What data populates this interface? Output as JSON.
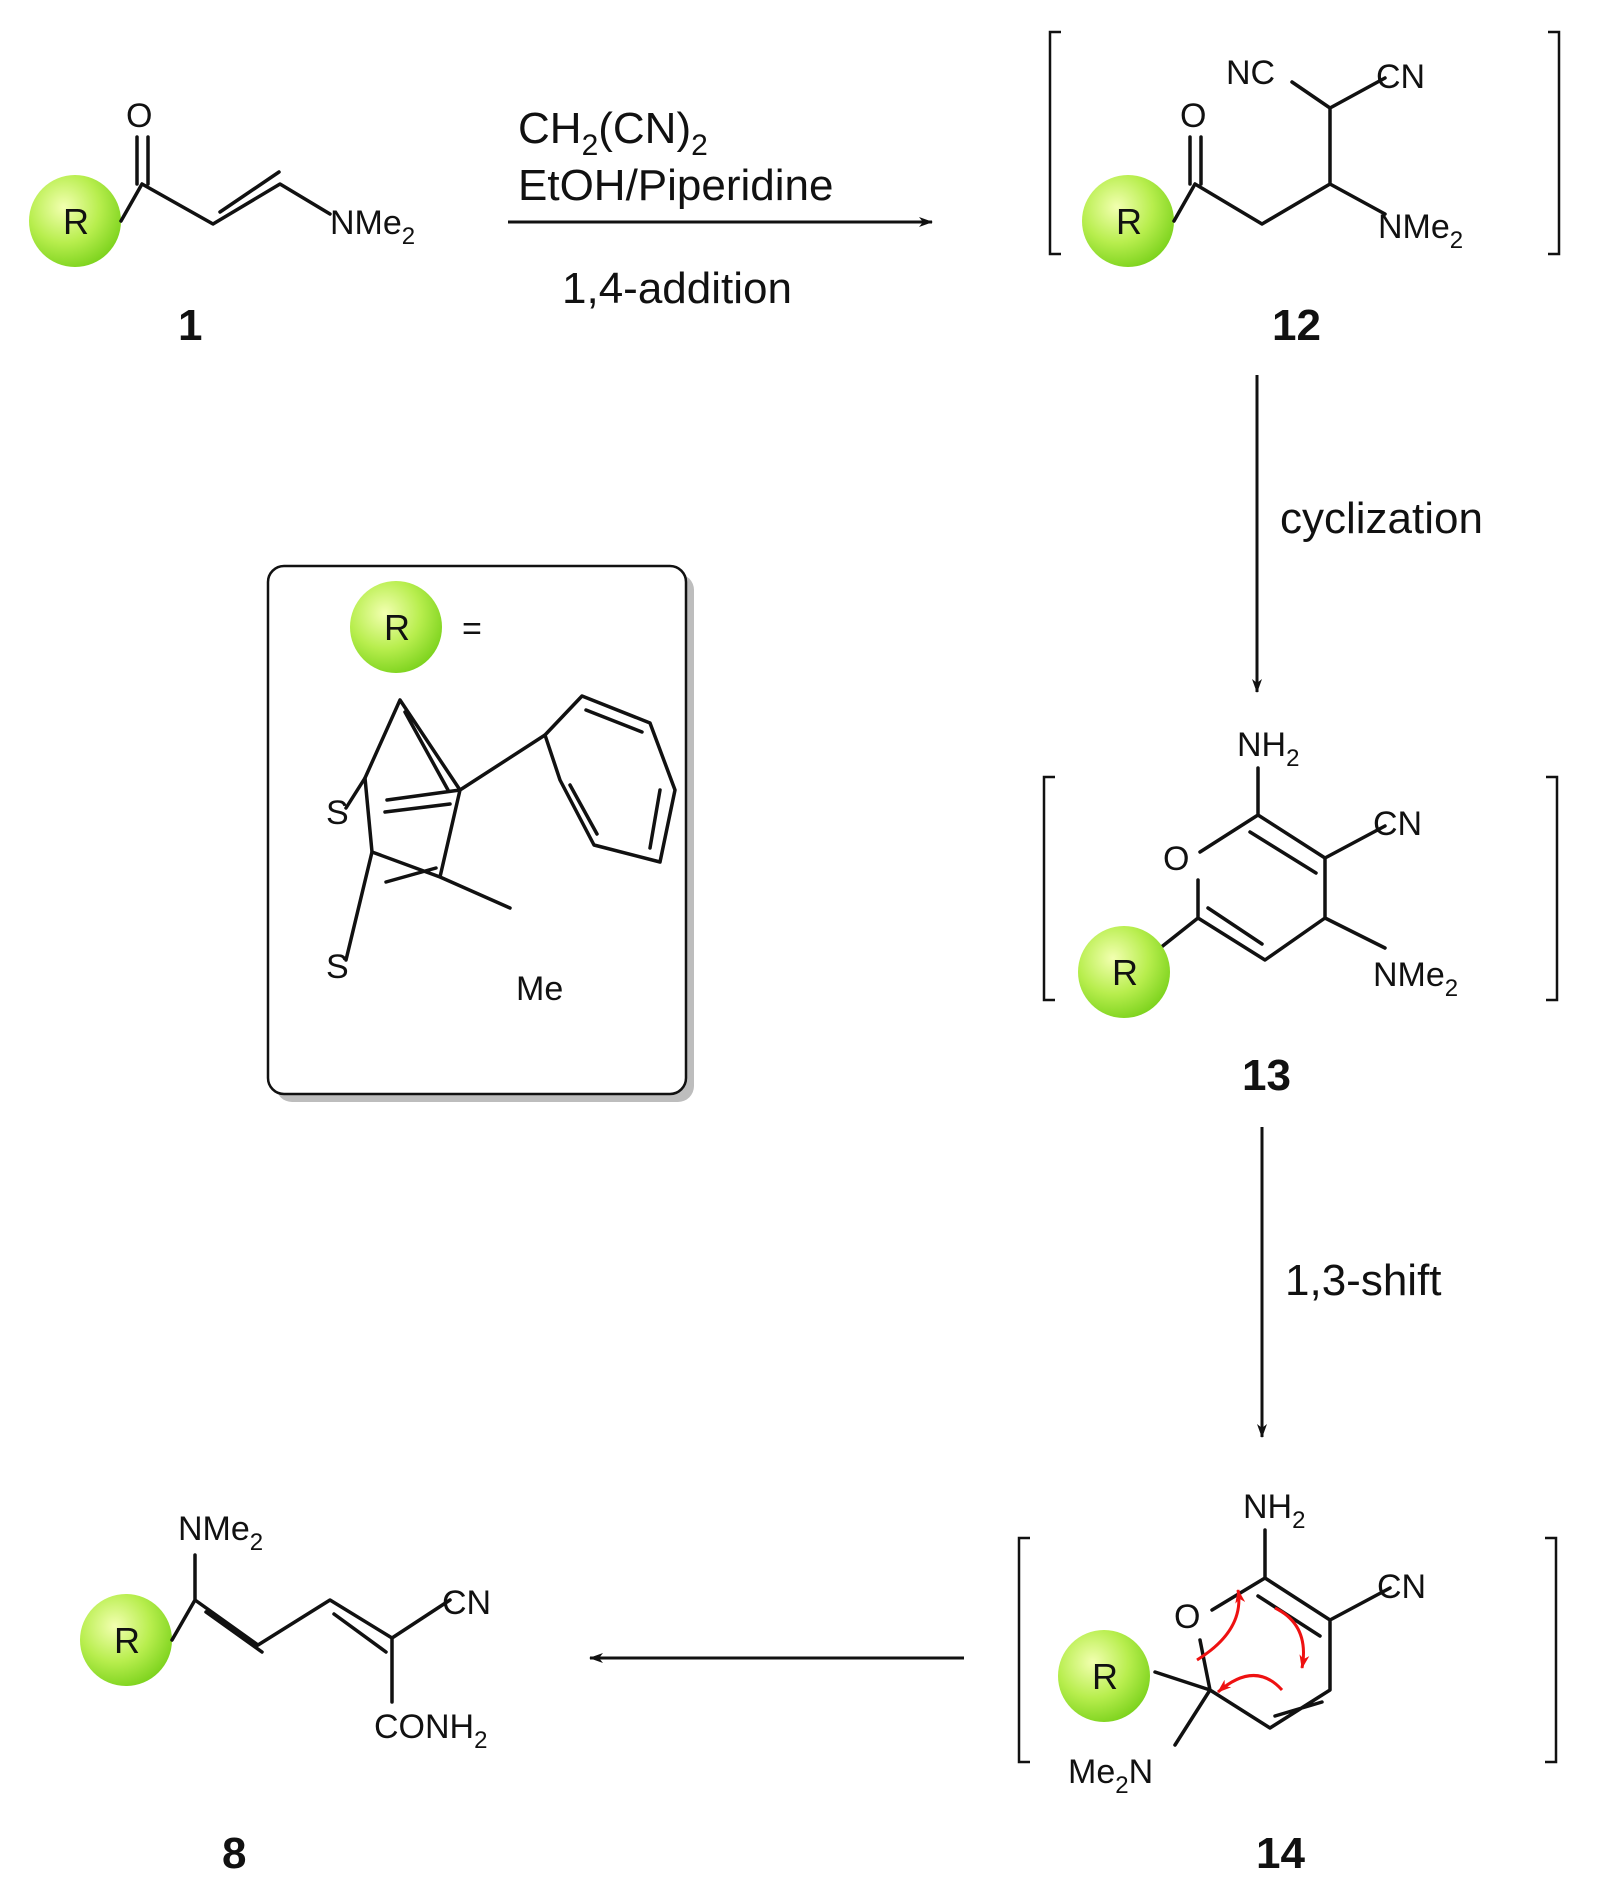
{
  "reagents": {
    "line1_main": "CH",
    "line1_sub": "2",
    "line1_rest": "(CN)",
    "line1_sub2": "2",
    "line2": "EtOH/Piperidine",
    "step1_label": "1,4-addition",
    "step2_label": "cyclization",
    "step3_label": "1,3-shift"
  },
  "compounds": {
    "c1": "1",
    "c12": "12",
    "c13": "13",
    "c14": "14",
    "c8": "8"
  },
  "atoms": {
    "R": "R",
    "O": "O",
    "N": "N",
    "NMe": "NMe",
    "Me": "Me",
    "two": "2",
    "NC": "NC",
    "CN": "CN",
    "NH": "NH",
    "CONH": "CONH",
    "S": "S",
    "equals": "="
  },
  "colors": {
    "r_ring_light": "#f2ffb0",
    "r_ring_dark": "#7bd21c",
    "red_arrows": "#e11111",
    "ink": "#111111"
  }
}
